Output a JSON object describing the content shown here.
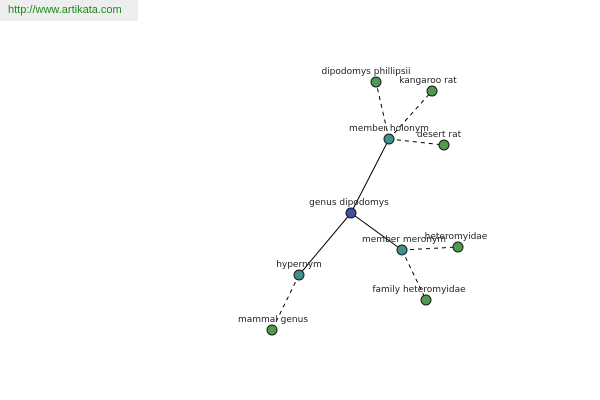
{
  "watermark": {
    "text": "http://www.artikata.com",
    "color": "#1a8a1a"
  },
  "colors": {
    "center": "#3f51a6",
    "relation": "#3f8f8f",
    "leaf": "#4f9a4f",
    "edge": "#000000"
  },
  "graph": {
    "nodes": [
      {
        "id": "genus_dipodomys",
        "label": "genus dipodomys",
        "kind": "center"
      },
      {
        "id": "member_holonym",
        "label": "member holonym",
        "kind": "relation"
      },
      {
        "id": "member_meronym",
        "label": "member meronym",
        "kind": "relation"
      },
      {
        "id": "hypernym",
        "label": "hypernym",
        "kind": "relation"
      },
      {
        "id": "dipodomys_phillipsii",
        "label": "dipodomys phillipsii",
        "kind": "leaf"
      },
      {
        "id": "kangaroo_rat",
        "label": "kangaroo rat",
        "kind": "leaf"
      },
      {
        "id": "desert_rat",
        "label": "desert rat",
        "kind": "leaf"
      },
      {
        "id": "heteromyidae",
        "label": "heteromyidae",
        "kind": "leaf"
      },
      {
        "id": "family_heteromyidae",
        "label": "family heteromyidae",
        "kind": "leaf"
      },
      {
        "id": "mammal_genus",
        "label": "mammal genus",
        "kind": "leaf"
      }
    ],
    "edges": [
      {
        "from": "genus_dipodomys",
        "to": "member_holonym",
        "style": "solid"
      },
      {
        "from": "genus_dipodomys",
        "to": "member_meronym",
        "style": "solid"
      },
      {
        "from": "genus_dipodomys",
        "to": "hypernym",
        "style": "solid"
      },
      {
        "from": "member_holonym",
        "to": "dipodomys_phillipsii",
        "style": "dashed"
      },
      {
        "from": "member_holonym",
        "to": "kangaroo_rat",
        "style": "dashed"
      },
      {
        "from": "member_holonym",
        "to": "desert_rat",
        "style": "dashed"
      },
      {
        "from": "member_meronym",
        "to": "heteromyidae",
        "style": "dashed"
      },
      {
        "from": "member_meronym",
        "to": "family_heteromyidae",
        "style": "dashed"
      },
      {
        "from": "hypernym",
        "to": "mammal_genus",
        "style": "dashed"
      }
    ]
  }
}
